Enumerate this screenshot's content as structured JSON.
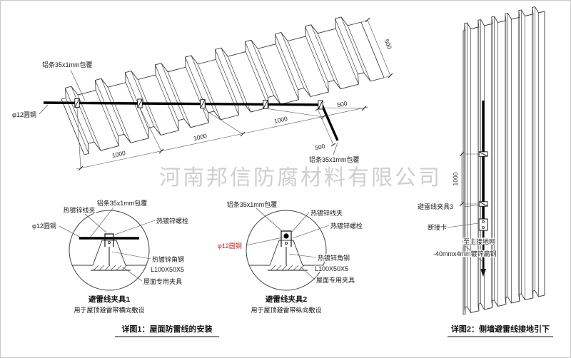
{
  "watermark": {
    "text": "河南邦信防腐材料有限公司"
  },
  "colors": {
    "accent_red": "#c22222",
    "line": "#3a3a3a"
  },
  "roof": {
    "label_alu_top": "铝条35x1mm包覆",
    "label_alu_right": "铝条35x1mm包覆",
    "label_round_steel": "φ12圆钢",
    "dims": [
      "1000",
      "1000",
      "1000",
      "500"
    ],
    "dim_edge": "500",
    "dim_wire_end": "500",
    "caption": "详图1：屋面防雷线的安装"
  },
  "details": [
    {
      "title": "避雷线夹具1",
      "subtitle": "用于屋顶避雷带横向敷设",
      "labels": {
        "clip": "热镀锌线夹",
        "alu": "铝条35x1mm包覆",
        "bolt": "热镀锌螺栓",
        "rod": "φ12圆钢",
        "angle": "热镀锌角钢",
        "angle_spec": "L100X50X5",
        "fixture": "屋面专用夹具"
      }
    },
    {
      "title": "避雷线夹具2",
      "subtitle": "用于屋顶避雷带纵向敷设",
      "labels": {
        "clip": "热镀锌线夹",
        "alu": "铝条35x1mm包覆",
        "bolt": "热镀锌螺栓",
        "rod": "φ12圆钢",
        "angle": "热镀锌角钢",
        "angle_spec": "L100X50X5",
        "fixture": "屋面专用夹具"
      }
    }
  ],
  "wall": {
    "dim": "1000",
    "label_clamp": "避雷线夹具3",
    "label_disconnect": "断接卡",
    "label_ground": "至主接地网",
    "label_flat": "-40mmx4mm镀锌扁钢",
    "caption": "详图2：侧墙避雷线接地引下"
  }
}
